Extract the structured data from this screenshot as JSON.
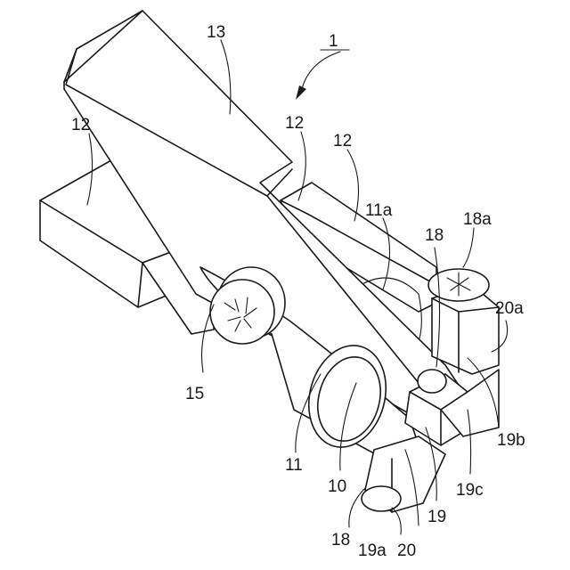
{
  "figure": {
    "labels": {
      "l1": "1",
      "l13": "13",
      "l12_left": "12",
      "l12_mid": "12",
      "l12_right": "12",
      "l11a": "11a",
      "l18_top": "18",
      "l18a": "18a",
      "l20a": "20a",
      "l15": "15",
      "l11": "11",
      "l10": "10",
      "l19b": "19b",
      "l19c": "19c",
      "l19": "19",
      "l18_bottom": "18",
      "l19a": "19a",
      "l20": "20"
    }
  }
}
